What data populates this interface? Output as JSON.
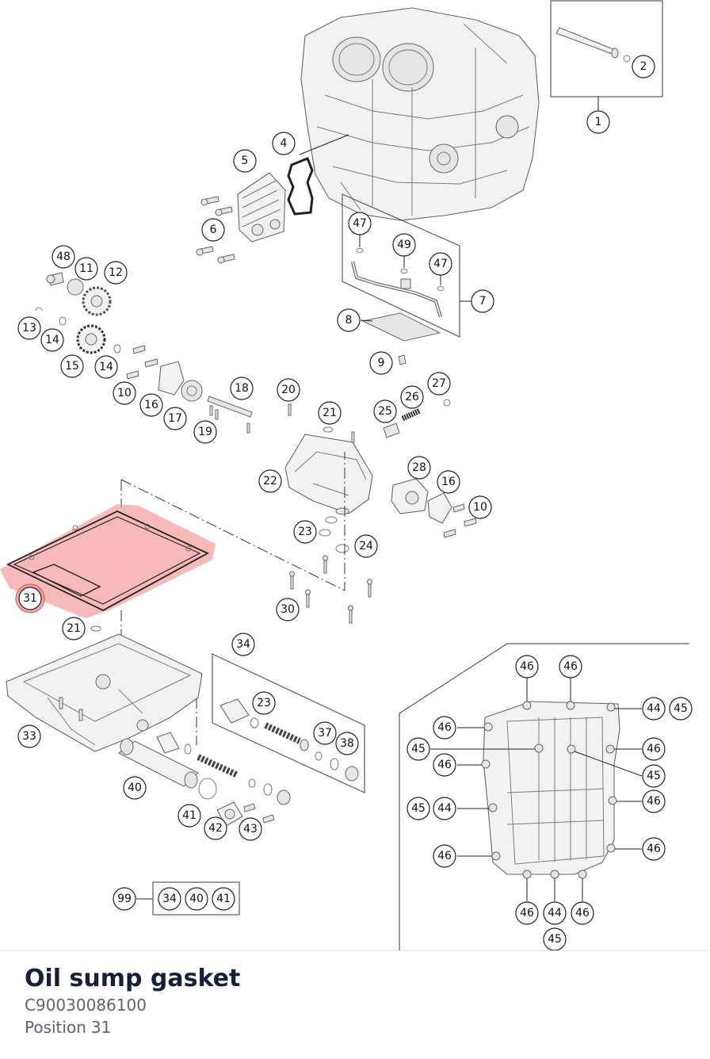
{
  "part": {
    "name": "Oil sump gasket",
    "number": "C90030086100",
    "position_prefix": "Position",
    "position": "31"
  },
  "colors": {
    "highlight": "#f28b8b",
    "highlight_text": "#b32020",
    "title": "#17203a",
    "muted": "#5b6472"
  },
  "callouts": [
    "1",
    "2",
    "4",
    "5",
    "6",
    "7",
    "8",
    "9",
    "10",
    "11",
    "12",
    "13",
    "14",
    "15",
    "16",
    "17",
    "18",
    "19",
    "20",
    "21",
    "22",
    "23",
    "24",
    "25",
    "26",
    "27",
    "28",
    "30",
    "31",
    "33",
    "34",
    "37",
    "38",
    "40",
    "41",
    "42",
    "43",
    "44",
    "45",
    "46",
    "47",
    "48",
    "49",
    "99"
  ],
  "kit": {
    "label": "99",
    "members": [
      "34",
      "40",
      "41"
    ]
  }
}
